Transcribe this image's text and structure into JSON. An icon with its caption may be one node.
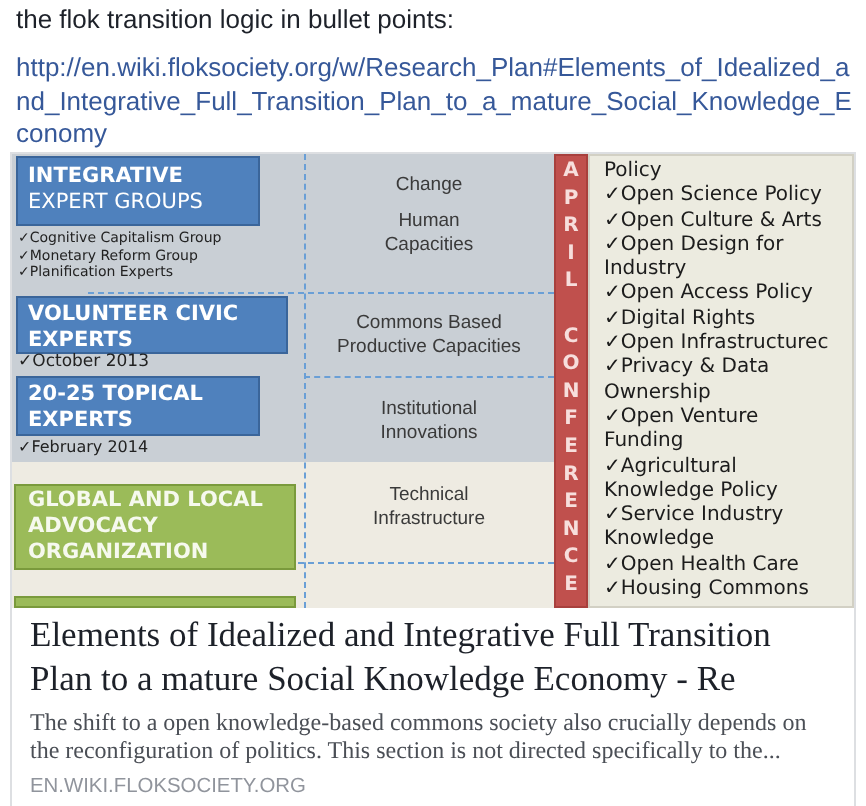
{
  "diagram": {
    "nodes": [
      {
        "text": [
          "**INTEGRATIVE** EXPERT GROUPS"
        ],
        "beside": [
          "✓Cognitive Capitalism Group",
          "✓Monetary Reform Group",
          "✓Planification Experts"
        ]
      },
      {
        "text": [
          "VOLUNTEER CIVIC EXPERTS"
        ],
        "beside": [
          "✓October 2013"
        ]
      },
      {
        "text": [
          "20-25 TOPICAL EXPERTS"
        ],
        "beside": [
          "✓February 2014"
        ]
      },
      {
        "text": [
          "GLOBAL AND LOCAL ADVOCACY ORGANIZATION"
        ]
      },
      {
        "text": [],
        "shape": "box"
      },
      {
        "text": [
          "APRIL CONFERENCE"
        ]
      },
      {
        "text": [
          "Policy",
          "✓Open Science Policy",
          "✓Open Culture & Arts",
          "✓Open Design for Industry",
          "✓Open Access Policy",
          "✓Digital Rights",
          "✓Open Infrastructurec",
          "✓Privacy & Data Ownership",
          "✓Open Venture Funding",
          "✓Agricultural Knowledge Policy",
          "✓Service Industry Knowledge",
          "✓Open Health Care",
          "✓Housing Commons"
        ]
      }
    ],
    "labels": [
      "the flok transition logic in bullet points:",
      "http://en.wiki.floksociety.org/w/Research_Plan#Elements_of_Idealized_and_Integrative_Full_Transition_Plan_to_a_mature_Social_Knowledge_Economy",
      "Change",
      "Human Capacities",
      "Commons Based Productive Capacities",
      "Institutional Innovations",
      "Technical Infrastructure",
      "Elements of Idealized and Integrative Full Transition Plan to a mature Social Knowledge Economy - Re",
      "The shift to a open knowledge-based commons society also crucially depends on the reconfiguration of politics. This section is not directed specifically to the...",
      "EN.WIKI.FLOKSOCIETY.ORG"
    ]
  }
}
